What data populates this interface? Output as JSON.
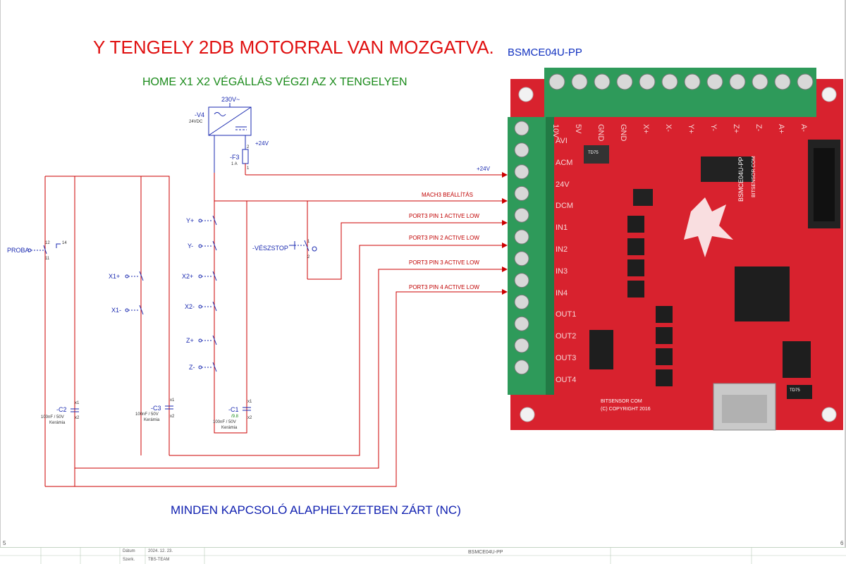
{
  "title": "Y TENGELY 2DB MOTORRAL VAN MOZGATVA.",
  "subtitle": "HOME X1 X2 VÉGÁLLÁS VÉGZI AZ X TENGELYEN",
  "footer_note": "MINDEN KAPCSOLÓ ALAPHELYZETBEN ZÁRT (NC)",
  "board_label": "BSMCE04U-PP",
  "power": {
    "supply_ref": "-V4",
    "supply_volt": "230V~",
    "supply_out": "24VDC",
    "fuse_ref": "-F3",
    "fuse_rating": "1 A",
    "fuse_pin_top": "2",
    "fuse_pin_bottom": "1",
    "plus24_top": "+24V",
    "plus24_line": "+24V"
  },
  "signals": {
    "mach3": "MACH3 BEÁLLÍTÁS",
    "pin1": "PORT3   PIN 1 ACTIVE LOW",
    "pin2": "PORT3   PIN 2 ACTIVE LOW",
    "pin3": "PORT3   PIN 3 ACTIVE LOW",
    "pin4": "PORT3   PIN 4 ACTIVE LOW"
  },
  "switches": {
    "proba": "PROBA",
    "proba_pins": {
      "a": "12",
      "b": "14",
      "c": "11"
    },
    "x1p": "X1+",
    "x1m": "X1-",
    "yp": "Y+",
    "ym": "Y-",
    "x2p": "X2+",
    "x2m": "X2-",
    "zp": "Z+",
    "zm": "Z-",
    "estop": "-VÉSZSTOP",
    "pin1": "1",
    "pin2": "2"
  },
  "capacitors": {
    "c2": {
      "ref": "-C2",
      "value": "100nF / 50V",
      "type": "Kerámia"
    },
    "c3": {
      "ref": "-C3",
      "value": "100nF / 50V",
      "type": "Kerámia"
    },
    "c1": {
      "ref": "-C1",
      "value": "100nF / 50V",
      "type": "Kerámia",
      "extra": "/9.8"
    },
    "pin_x1": "x1",
    "pin_x2": "x2"
  },
  "board": {
    "top_terminals": [
      "10V",
      "5V",
      "GND",
      "GND",
      "X+",
      "X-",
      "Y+",
      "Y-",
      "Z+",
      "Z-",
      "A+",
      "A-"
    ],
    "left_terminals": [
      "AVI",
      "ACM",
      "24V",
      "DCM",
      "IN1",
      "IN2",
      "IN3",
      "IN4",
      "OUT1",
      "OUT2",
      "OUT3",
      "OUT4"
    ],
    "brand_vertical": "BSMCE04U-PP",
    "site_vertical": "BITSENSOR.COM",
    "chip_label": "TD75",
    "chip_label2": "TD75",
    "copyright_1": "BITSENSOR  COM",
    "copyright_2": "(C) COPYRIGHT  2016",
    "colors": {
      "pcb": "#d8222e",
      "terminal": "#2e9a5a",
      "schematic_line": "#cc0000",
      "wire_blue": "#1a2ab0"
    }
  },
  "titleblock": {
    "left_num": "5",
    "right_num": "6",
    "datum_label": "Dátum",
    "datum_value": "2024. 12. 23.",
    "szerk_label": "Szerk.",
    "szerk_value": "TBS-TEAM",
    "drawing_name": "BSMCE04U-PP"
  }
}
